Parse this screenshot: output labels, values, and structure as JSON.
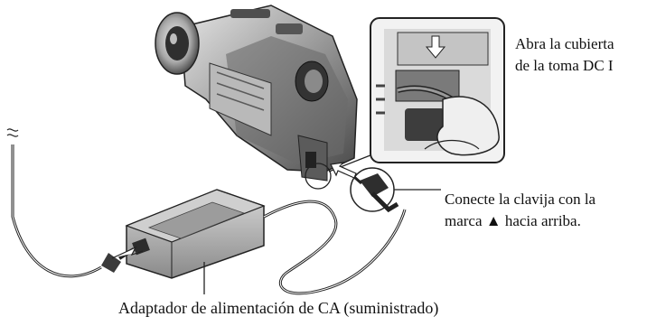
{
  "labels": {
    "open_cover_line1": "Abra la cubierta",
    "open_cover_line2": "de la toma DC I",
    "connect_line1": "Conecte la clavija con la",
    "connect_line2": "marca ▲ hacia arriba.",
    "adapter": "Adaptador de alimentación de CA (suministrado)"
  },
  "icons": [
    "camcorder-illustration",
    "jack-closeup-illustration",
    "ac-adapter-illustration",
    "plug-illustration",
    "insert-arrow-icon"
  ],
  "colors": {
    "ink": "#111111",
    "paper": "#ffffff",
    "gray": "#9a9a9a"
  }
}
